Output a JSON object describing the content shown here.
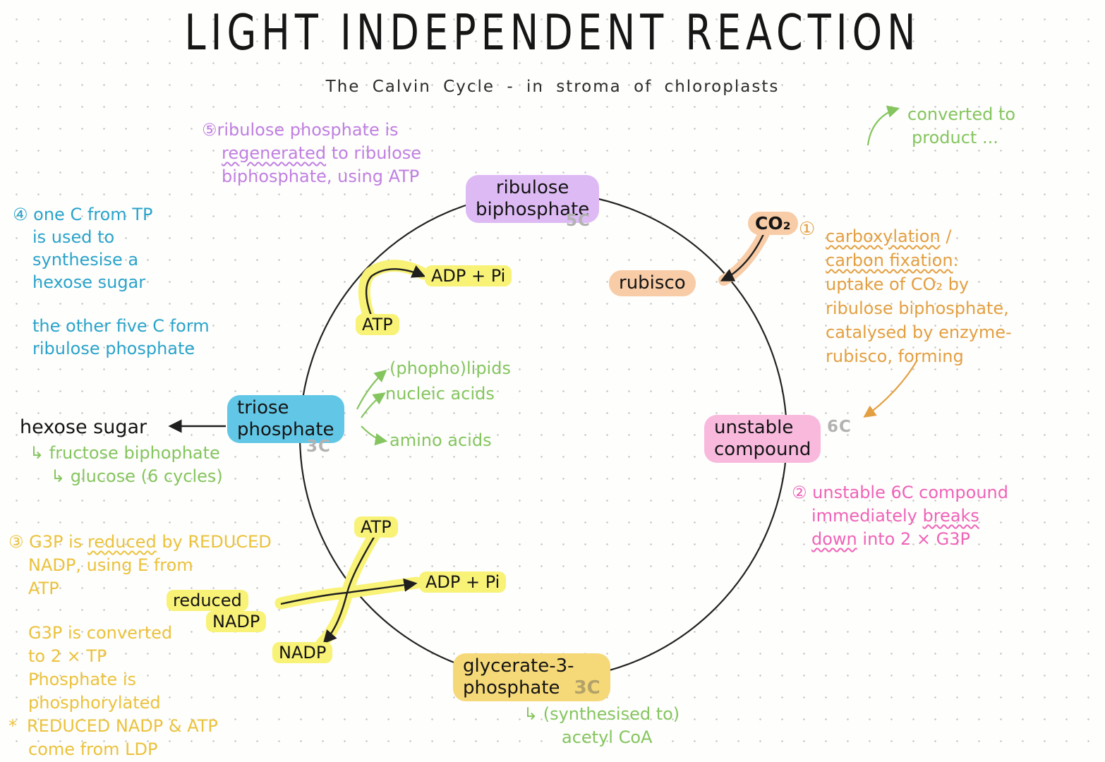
{
  "title": "LIGHT INDEPENDENT REACTION",
  "subtitle": "The Calvin Cycle - in stroma of chloroplasts",
  "colors": {
    "ink": "#1f1f1f",
    "purple_text": "#c07fe2",
    "cyan_text": "#2aa3cb",
    "green_text": "#85c55f",
    "orange_text": "#e39f42",
    "pink_text": "#ef63b8",
    "yellow_text": "#ebc23d",
    "grey_carbons": "#b2b2b2",
    "highlight_yellow": "#f8f277",
    "highlight_purple": "#ddbaf4",
    "highlight_blue": "#62c7e6",
    "highlight_pink": "#f8b9dd",
    "highlight_peach": "#f7cca7",
    "highlight_gold": "#f5d877"
  },
  "nodes": {
    "ribulose_biphosphate": {
      "line1": "ribulose",
      "line2": "biphosphate",
      "carbons": "5C"
    },
    "rubisco": {
      "label": "rubisco"
    },
    "co2": {
      "label": "CO₂"
    },
    "unstable_compound": {
      "line1": "unstable",
      "line2": "compound",
      "carbons": "6C"
    },
    "triose_phosphate": {
      "line1": "triose",
      "line2": "phosphate",
      "carbons": "3C"
    },
    "glycerate_3_phosphate": {
      "line1": "glycerate-3-",
      "line2": "phosphate",
      "carbons": "3C"
    },
    "hexose_sugar": {
      "label": "hexose sugar"
    }
  },
  "cycle_labels": {
    "atp_top": "ATP",
    "adp_pi_top": "ADP + Pi",
    "atp_bottom": "ATP",
    "adp_pi_bottom": "ADP + Pi",
    "reduced_nadp_line1": "reduced",
    "reduced_nadp_line2": "NADP",
    "nadp_out": "NADP"
  },
  "notes": {
    "step5": {
      "num": "⑤",
      "l1": "ribulose phosphate is",
      "l2_wavy": "regenerated",
      "l2_rest": " to ribulose",
      "l3": "biphosphate, using ATP"
    },
    "step1": {
      "num": "①",
      "l1_wavy": "carboxylation",
      "l1_rest": " /",
      "l2_wavy": "carbon fixation",
      "l2_rest": ":",
      "l3": "uptake of CO₂  by",
      "l4": "ribulose biphosphate,",
      "l5": "catalysed by enzyme-",
      "l6": "rubisco, forming"
    },
    "step2": {
      "num": "②",
      "l1": "unstable 6C compound",
      "l2_pre": "immediately ",
      "l2_wavy": "breaks",
      "l3_wavy": "down",
      "l3_rest": " into  2 × G3P"
    },
    "step3": {
      "num": "③",
      "l1_pre": "G3P is ",
      "l1_wavy": "reduced",
      "l1_rest": " by REDUCED",
      "l2": "NADP, using E from",
      "l3": "ATP",
      "p2l1": "G3P is converted",
      "p2l2": "to 2 × TP",
      "p3l1": "Phosphate is",
      "p3l2": "phosphorylated",
      "p4_star": "*",
      "p4l1": "REDUCED  NADP & ATP",
      "p4l2": "come from LDP"
    },
    "step4": {
      "num": "④",
      "l1": "one C from TP",
      "l2": "is used to",
      "l3": "synthesise a",
      "l4": "hexose sugar",
      "p2l1": "the other five C form",
      "p2l2": "ribulose phosphate"
    },
    "converted": {
      "l1": "converted to",
      "l2": "product ..."
    },
    "products": {
      "p1": "(phopho)lipids",
      "p2": "nucleic acids",
      "p3": "amino acids"
    },
    "hexose_sub": {
      "l1": "↳ fructose biphophate",
      "l2": "↳ glucose (6 cycles)"
    },
    "glycerate_sub": {
      "l1": "↳ (synthesised to)",
      "l2": "acetyl CoA"
    }
  }
}
